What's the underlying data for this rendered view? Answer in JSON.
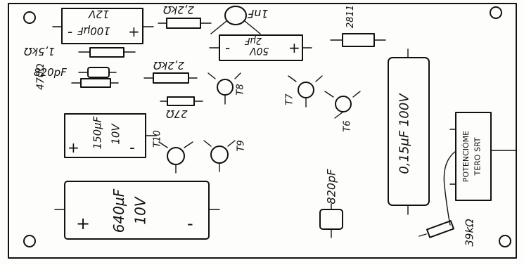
{
  "board": {
    "component_labels": {
      "cap_100uF_value": "100µF",
      "cap_100uF_voltage": "12V",
      "res_2k2_top": "2,2kΩ",
      "cap_1nF": "1nF",
      "diode_label": "2811",
      "res_1k5": "1,5kΩ",
      "cap_2uF_value": "2µF",
      "cap_2uF_voltage": "50V",
      "cap_820pF_left": "820pF",
      "res_470": "470Ω",
      "res_2k2_mid": "2,2kΩ",
      "res_27": "27Ω",
      "cap_150uF_value": "150µF",
      "cap_150uF_voltage": "10V",
      "cap_640uF_value": "640µF",
      "cap_640uF_voltage": "10V",
      "cap_820pF_center": "820pF",
      "cap_015uF": "0,15µF 100V",
      "pot_label_1": "POTENCIÓME",
      "pot_label_2": "TERO SRT",
      "res_39k": "39kΩ",
      "tr_T7": "T7",
      "tr_T8": "T8",
      "tr_T9": "T9",
      "tr_T10": "T10",
      "tr_T6": "T6"
    },
    "polarity": {
      "plus": "+",
      "minus": "-"
    }
  }
}
